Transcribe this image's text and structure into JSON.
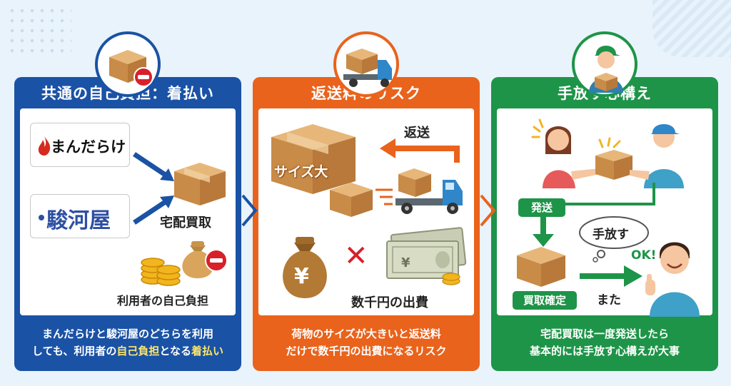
{
  "panels": [
    {
      "title": "共通の自己負担：着払い",
      "color": "#1a52a5",
      "logos": [
        "まんだらけ",
        "駿河屋"
      ],
      "center_label": "宅配買取",
      "bottom_label": "利用者の自己負担",
      "footer_line1": "まんだらけと駿河屋のどちらを利用",
      "footer_line2_a": "しても、利用者の",
      "footer_line2_b": "自己負担",
      "footer_line2_c": "となる",
      "footer_line2_d": "着払い"
    },
    {
      "title": "返送料のリスク",
      "color": "#e9631c",
      "return_label": "返送",
      "size_label": "サイズ大",
      "cost_label": "数千円の出費",
      "footer_line1": "荷物のサイズが大きいと返送料",
      "footer_line2": "だけで数千円の出費になるリスク"
    },
    {
      "title": "手放す心構え",
      "color": "#1e9448",
      "send_label": "発送",
      "bubble_label": "手放す",
      "ok_label": "OK!",
      "confirm_label": "買取確定",
      "mata_label": "また",
      "footer_line1": "宅配買取は一度発送したら",
      "footer_line2": "基本的には手放す心構えが大事"
    }
  ],
  "icons": {
    "badge1": "box-minus-icon",
    "badge2": "delivery-truck-icon",
    "badge3": "delivery-worker-icon",
    "yen_symbol": "¥",
    "cross_symbol": "✕"
  }
}
